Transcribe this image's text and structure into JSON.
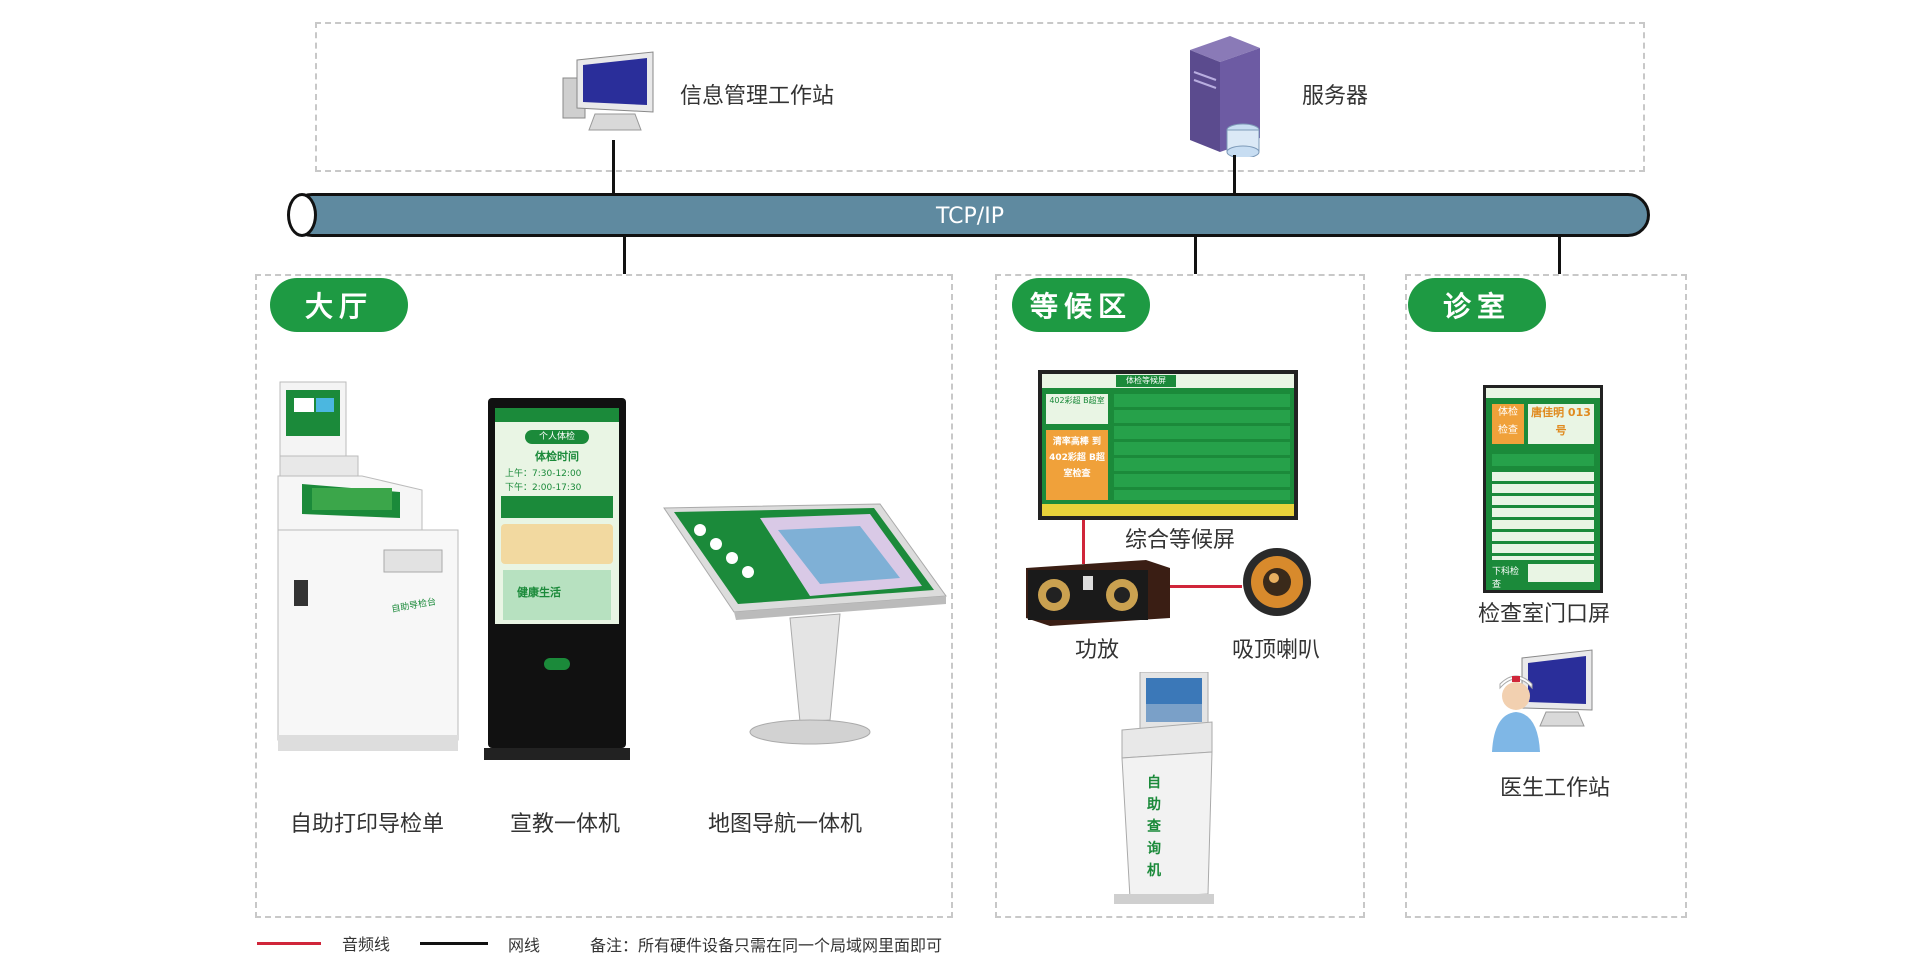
{
  "top": {
    "workstation_label": "信息管理工作站",
    "server_label": "服务器"
  },
  "bus": {
    "label": "TCP/IP",
    "color": "#5f8aa0"
  },
  "zones": {
    "hall": {
      "title": "大厅",
      "devices": [
        "自助打印导检单",
        "宣教一体机",
        "地图导航一体机"
      ]
    },
    "waiting": {
      "title": "等候区",
      "devices": [
        "综合等候屏",
        "功放",
        "吸顶喇叭"
      ]
    },
    "room": {
      "title": "诊室",
      "devices": [
        "检查室门口屏",
        "医生工作站"
      ]
    }
  },
  "kiosk_text": {
    "printer_side": "自助导检台",
    "edu_title": "个人体检",
    "edu_time_title": "体检时间",
    "edu_am": "上午：7:30-12:00",
    "edu_pm": "下午：2:00-17:30",
    "edu_footer": "健康生活",
    "query_kiosk": "自助查询机",
    "waiting_header": "体检等候屏",
    "waiting_rooms": [
      "402彩超 B超室",
      "清率高棒 到402彩超 B超室检查"
    ],
    "door_title": "体检 检查",
    "door_name": "唐佳明 013号",
    "door_footer": "下科检查"
  },
  "legend": {
    "audio_label": "音频线",
    "network_label": "网线",
    "note": "备注：所有硬件设备只需在同一个局域网里面即可",
    "audio_color": "#d0263a",
    "network_color": "#111111"
  },
  "colors": {
    "pill": "#1e9a43",
    "dash": "#c8c8c8"
  }
}
